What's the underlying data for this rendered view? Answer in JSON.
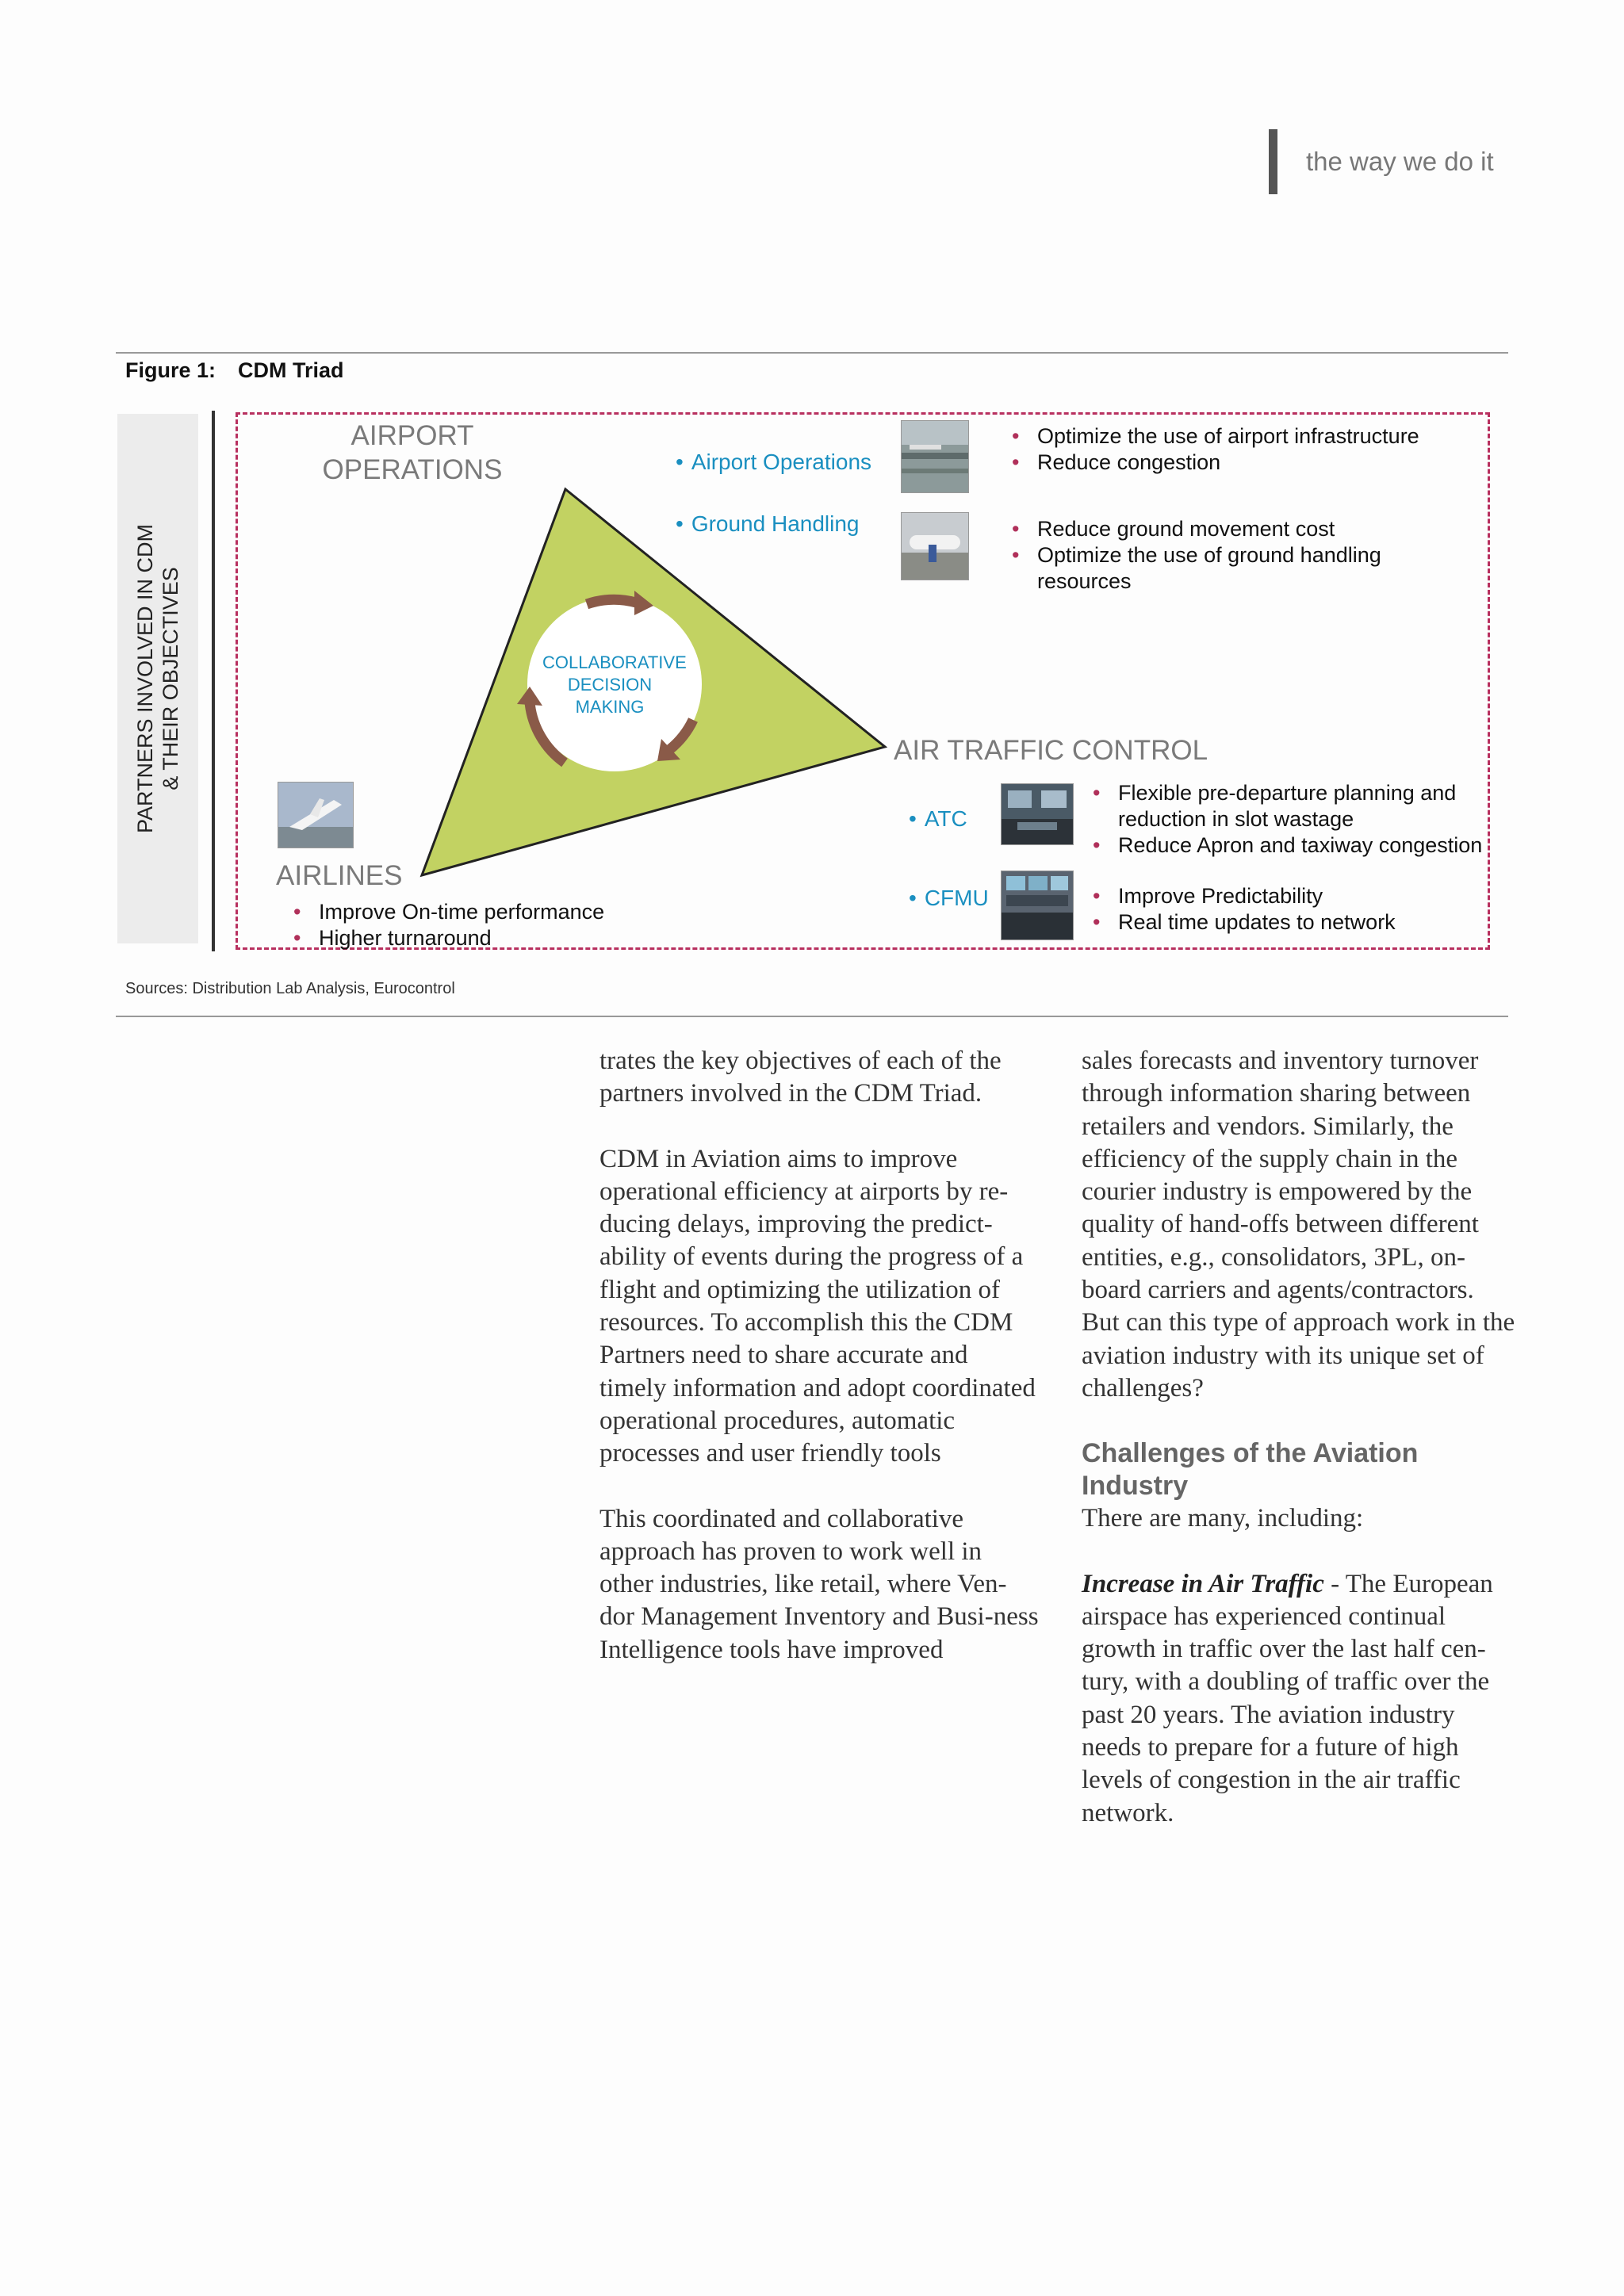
{
  "header": {
    "tagline": "the way we do it"
  },
  "figure": {
    "label": "Figure 1:",
    "title": "CDM Triad",
    "side_label_line1": "PARTNERS INVOLVED IN CDM",
    "side_label_line2": "& THEIR OBJECTIVES",
    "center": {
      "line1": "COLLABORATIVE",
      "line2": "DECISION",
      "line3": "MAKING"
    },
    "airport": {
      "title_line1": "AIRPORT",
      "title_line2": "OPERATIONS",
      "sub1": "Airport Operations",
      "sub2": "Ground Handling",
      "sub1_objectives": [
        "Optimize the use of airport infrastructure",
        "Reduce congestion"
      ],
      "sub2_objectives": [
        "Reduce ground movement cost",
        "Optimize the use of ground handling resources"
      ]
    },
    "atc": {
      "title": "AIR TRAFFIC CONTROL",
      "sub1": "ATC",
      "sub2": "CFMU",
      "sub1_objectives": [
        "Flexible pre-departure planning and reduction in slot wastage",
        "Reduce Apron and taxiway congestion"
      ],
      "sub2_objectives": [
        "Improve Predictability",
        "Real time updates to network"
      ]
    },
    "airlines": {
      "title": "AIRLINES",
      "objectives": [
        "Improve On-time performance",
        "Higher turnaround"
      ]
    },
    "sources": "Sources: Distribution Lab Analysis, Eurocontrol",
    "colors": {
      "triangle": "#c2d262",
      "arrows": "#8a5a48",
      "accent_blue": "#1a8fc0",
      "bullet_red": "#b0305a",
      "frame": "#b8305f"
    }
  },
  "column_middle": {
    "p1": "trates the key objectives of each of the partners involved in the CDM Triad.",
    "p2": " CDM in Aviation aims to improve operational efficiency at airports by re-ducing delays, improving the predict-ability of events during the progress of a flight and optimizing the utilization of resources. To accomplish this the CDM Partners need to share accurate and timely information and adopt coordinated operational procedures, automatic processes and user friendly tools",
    "p3": "This coordinated and collaborative approach has proven to work well in other industries, like retail, where Ven-dor Management Inventory and Busi-ness Intelligence tools have improved"
  },
  "column_right": {
    "p1": "sales forecasts and inventory turnover through information sharing between retailers and vendors. Similarly, the efficiency of the supply chain in the courier industry is empowered by the quality of hand-offs between different entities, e.g., consolidators, 3PL, on-board carriers and agents/contractors. But can this type of approach work in the aviation industry with its unique set of challenges?",
    "heading": "Challenges of the Aviation Industry",
    "intro": "There are many, including:",
    "lead": "Increase in Air Traffic",
    "p2": " - The European airspace has experienced continual growth in traffic over the last half cen-tury, with a doubling of traffic over the past 20 years. The aviation industry needs to prepare for a future of high levels of congestion in the air traffic network."
  }
}
